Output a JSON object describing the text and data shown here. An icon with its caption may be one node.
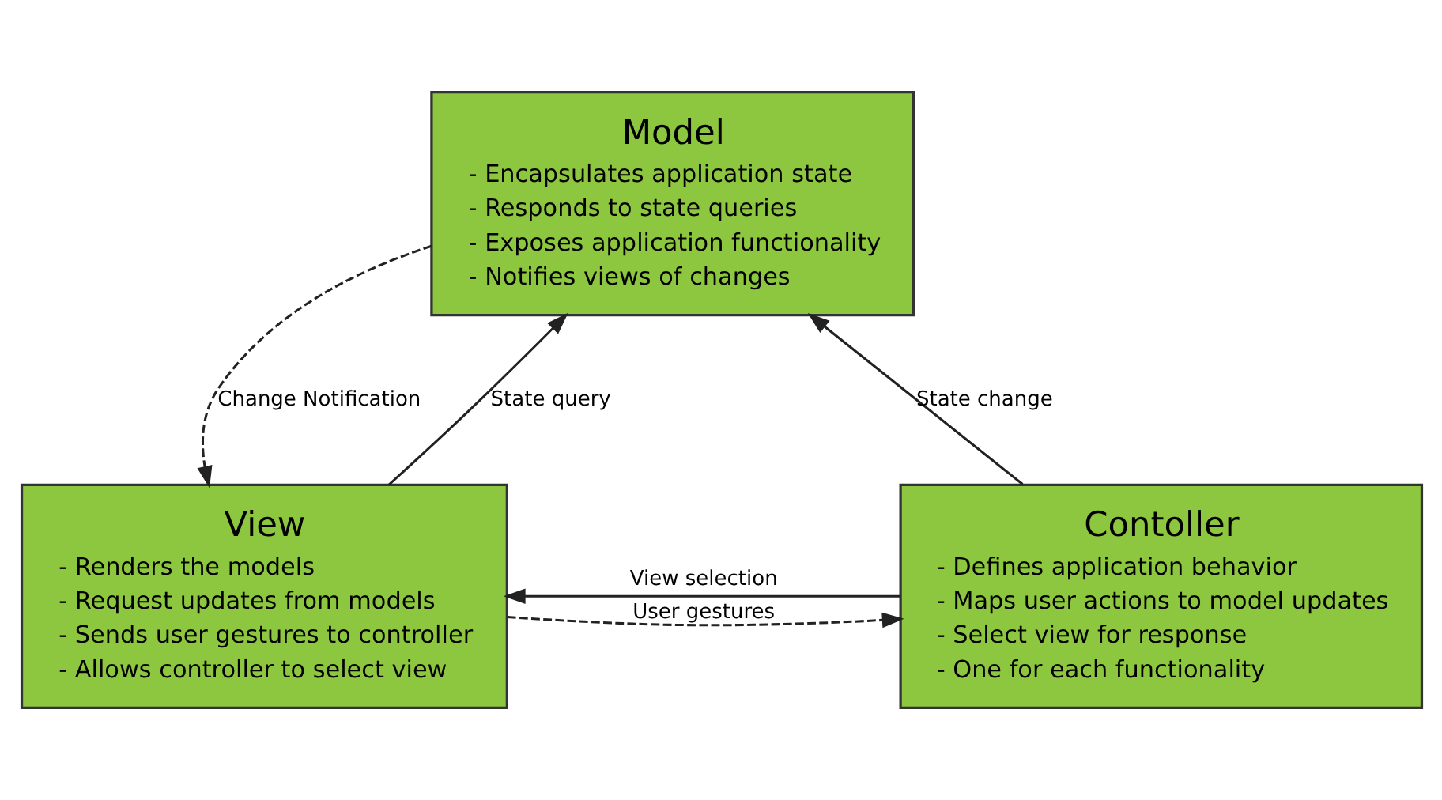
{
  "diagram": {
    "nodes": [
      {
        "text": [
          "Model",
          "- Encapsulates application state",
          "- Responds to state queries",
          "- Exposes application functionality",
          "- Notifies views of changes"
        ]
      },
      {
        "text": [
          "View",
          "- Renders the models",
          "- Request updates from models",
          "- Sends user gestures to controller",
          "- Allows controller to select view"
        ]
      },
      {
        "text": [
          "Contoller",
          "- Defines application behavior",
          "- Maps user actions to model updates",
          "- Select view for response",
          "- One for each functionality"
        ]
      }
    ],
    "edges": [
      {
        "from": 1,
        "to": 0,
        "arrow": "to",
        "label": "State query"
      },
      {
        "from": 0,
        "to": 1,
        "arrow": "to",
        "label": "Change Notification",
        "style": "dashed"
      },
      {
        "from": 2,
        "to": 0,
        "arrow": "to",
        "label": "State change"
      },
      {
        "from": 2,
        "to": 1,
        "arrow": "to",
        "label": "View selection"
      },
      {
        "from": 1,
        "to": 2,
        "arrow": "to",
        "label": "User gestures",
        "style": "dashed"
      }
    ]
  }
}
